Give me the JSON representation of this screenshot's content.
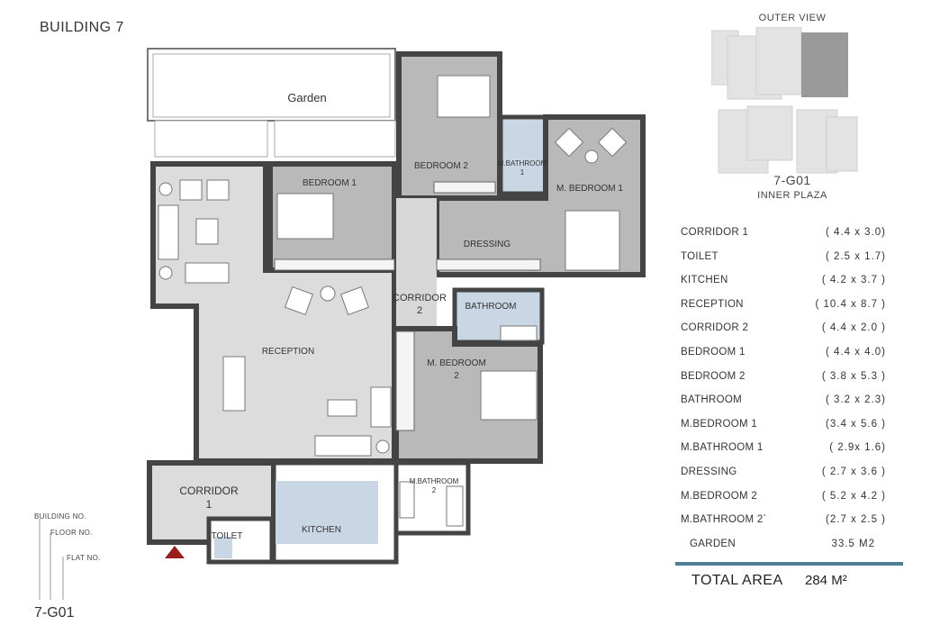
{
  "building_title": "BUILDING 7",
  "rooms_on_plan": {
    "garden": "Garden",
    "bedroom1": "BEDROOM 1",
    "bedroom2": "BEDROOM 2",
    "mbathroom1_a": "M.BATHROOM",
    "mbathroom1_b": "1",
    "mbedroom1": "M. BEDROOM 1",
    "dressing": "DRESSING",
    "corridor2_a": "CORRIDOR",
    "corridor2_b": "2",
    "bathroom": "BATHROOM",
    "reception": "RECEPTION",
    "mbedroom2_a": "M. BEDROOM",
    "mbedroom2_b": "2",
    "corridor1_a": "CORRIDOR",
    "corridor1_b": "1",
    "mbathroom2_a": "M.BATHROOM",
    "mbathroom2_b": "2",
    "kitchen": "KITCHEN",
    "toilet": "TOILET"
  },
  "key_plan": {
    "outer_label": "OUTER VIEW",
    "unit_code": "7-G01",
    "inner_label": "INNER PLAZA"
  },
  "area_table": [
    {
      "name": "CORRIDOR 1",
      "dims": "( 4.4 x 3.0)"
    },
    {
      "name": "TOILET",
      "dims": "( 2.5 x 1.7)"
    },
    {
      "name": "KITCHEN",
      "dims": "( 4.2 x 3.7 )"
    },
    {
      "name": "RECEPTION",
      "dims": "( 10.4 x 8.7 )"
    },
    {
      "name": "CORRIDOR 2",
      "dims": "( 4.4 x 2.0 )"
    },
    {
      "name": "BEDROOM 1",
      "dims": "( 4.4 x 4.0)"
    },
    {
      "name": "BEDROOM 2",
      "dims": "( 3.8 x 5.3 )"
    },
    {
      "name": "BATHROOM",
      "dims": "( 3.2 x 2.3)"
    },
    {
      "name": "M.BEDROOM 1",
      "dims": "(3.4 x 5.6 )"
    },
    {
      "name": "M.BATHROOM 1",
      "dims": "( 2.9x 1.6)"
    },
    {
      "name": "DRESSING",
      "dims": "( 2.7 x 3.6 )"
    },
    {
      "name": "M.BEDROOM 2",
      "dims": "( 5.2 x 4.2 )"
    },
    {
      "name": "M.BATHROOM 2`",
      "dims": "(2.7 x 2.5 )"
    },
    {
      "name": "GARDEN",
      "dims": "33.5 M2"
    }
  ],
  "total": {
    "label": "TOTAL AREA",
    "value": "284 M²"
  },
  "legend": {
    "building_no": "BUILDING NO.",
    "floor_no": "FLOOR NO.",
    "flat_no": "FLAT NO.",
    "flat_code": "7-G01"
  },
  "colors": {
    "wall": "#444444",
    "reception_floor": "#dcdcdc",
    "room_floor": "#b9b9b9",
    "wet_room": "#c8d7e3",
    "accent_rule": "#4e7f97",
    "entrance_marker": "#9b1c1c"
  }
}
